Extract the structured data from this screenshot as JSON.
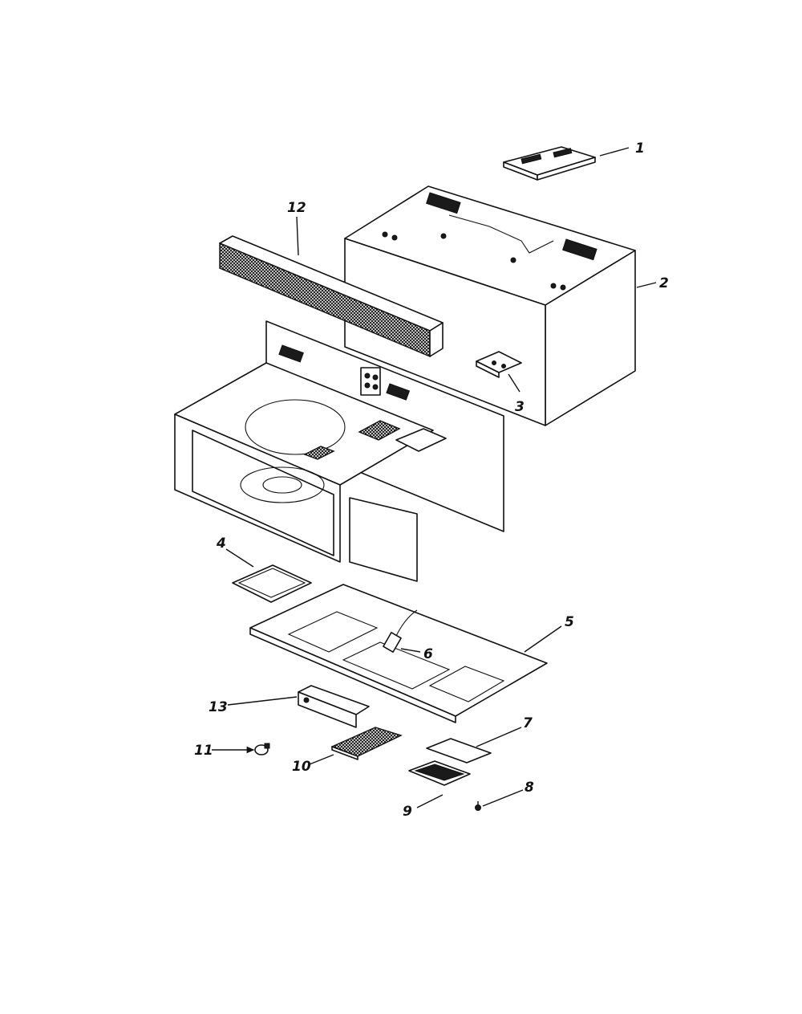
{
  "diagram": {
    "callouts": [
      {
        "id": "1",
        "label": "1"
      },
      {
        "id": "2",
        "label": "2"
      },
      {
        "id": "3",
        "label": "3"
      },
      {
        "id": "4",
        "label": "4"
      },
      {
        "id": "5",
        "label": "5"
      },
      {
        "id": "6",
        "label": "6"
      },
      {
        "id": "7",
        "label": "7"
      },
      {
        "id": "8",
        "label": "8"
      },
      {
        "id": "9",
        "label": "9"
      },
      {
        "id": "10",
        "label": "10"
      },
      {
        "id": "11",
        "label": "11"
      },
      {
        "id": "12",
        "label": "12"
      },
      {
        "id": "13",
        "label": "13"
      }
    ]
  }
}
